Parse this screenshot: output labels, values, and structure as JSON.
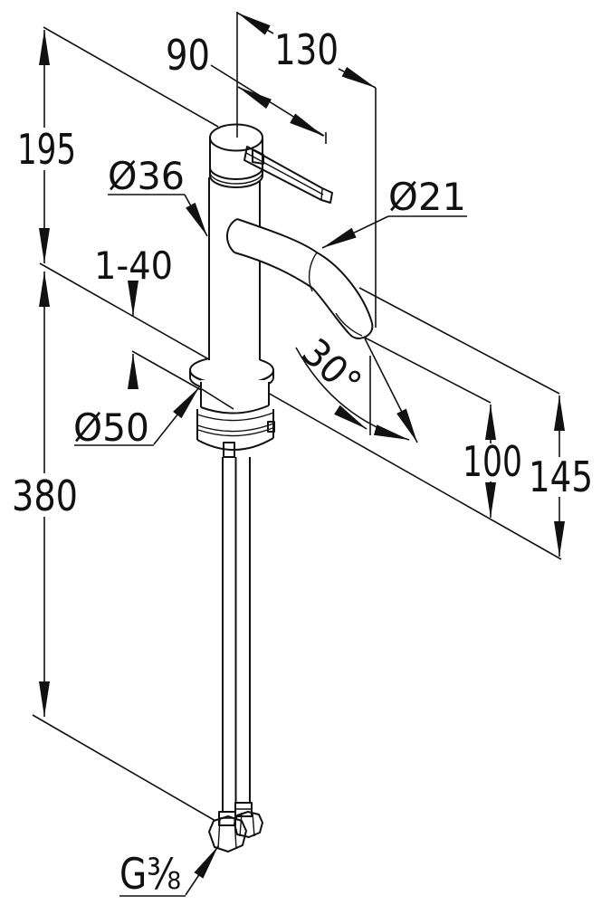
{
  "drawing_type": "isometric dimensioned line drawing of a tall single-lever basin mixer tap",
  "style": {
    "line_color": "#111111",
    "background": "#ffffff"
  },
  "dimension_labels": {
    "d195": "195",
    "d90": "90",
    "d130": "130",
    "d36": "Ø36",
    "d21": "Ø21",
    "d1_40": "1-40",
    "d30": "30°",
    "d50": "Ø50",
    "d100": "100",
    "d145": "145",
    "d380": "380",
    "thread": "G⅜"
  }
}
